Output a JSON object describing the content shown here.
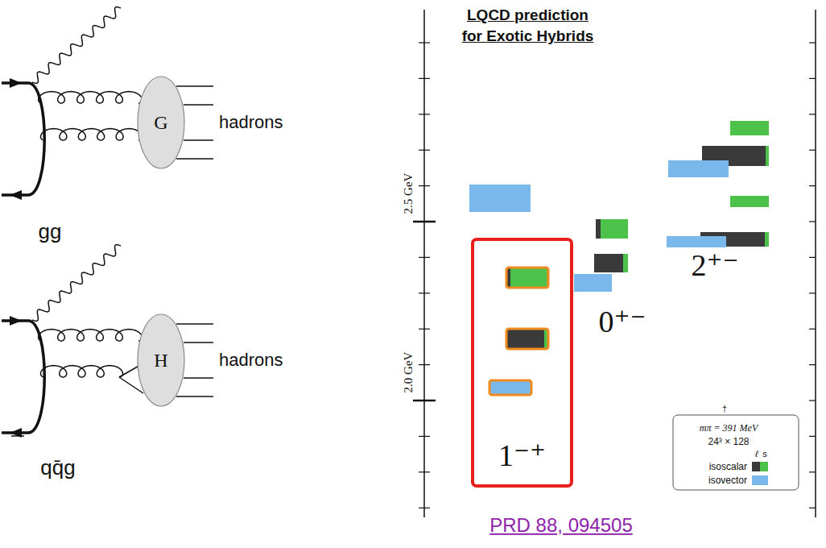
{
  "diagram": {
    "title": "LQCD prediction for Exotic Hybrids",
    "nodes": [
      {
        "text": [
          "G"
        ]
      },
      {
        "text": [
          "H"
        ]
      },
      {
        "text": [
          "1⁻⁺"
        ]
      }
    ],
    "labels": [
      "hadrons",
      "gg",
      "hadrons",
      "qq̄g",
      "2.5 GeV",
      "2.0 GeV",
      "0⁺⁻",
      "2⁺⁻",
      "†",
      "mπ = 391 MeV",
      "24³ × 128",
      "ℓ",
      "s",
      "PRD 88, 094505"
    ],
    "legend": [
      {
        "text": "isoscalar",
        "color": "#3a3a3a"
      },
      {
        "text": "isovector",
        "color": "#7ab8ec"
      }
    ]
  }
}
